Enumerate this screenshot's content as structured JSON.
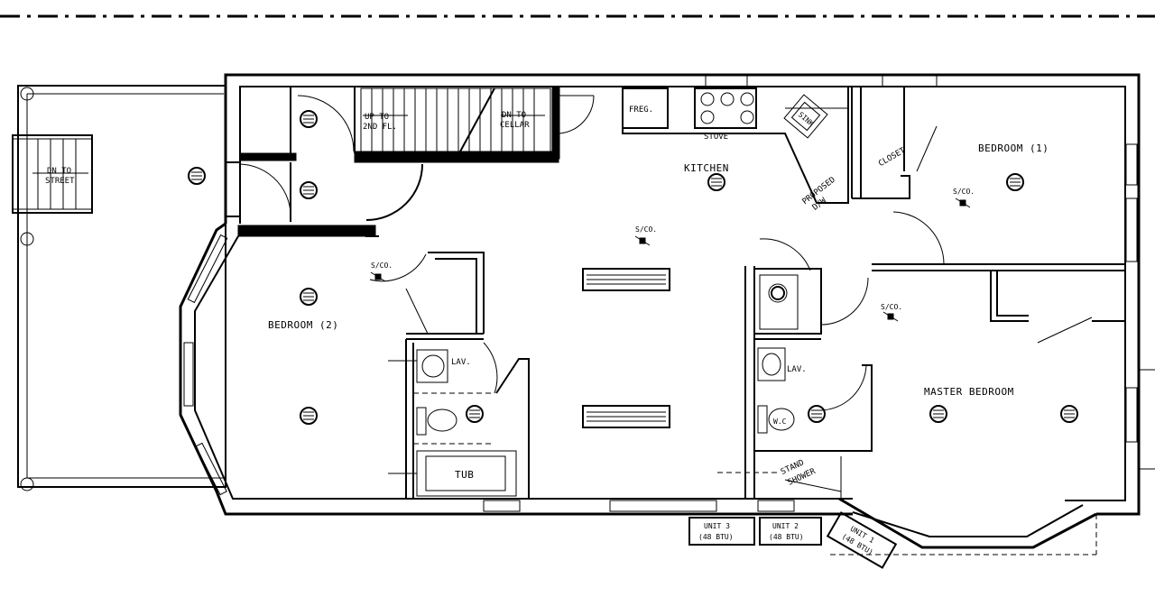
{
  "labels": {
    "dn_to_street_1": "DN TO",
    "dn_to_street_2": "STREET",
    "up_to_2nd_1": "UP TO",
    "up_to_2nd_2": "2ND FL.",
    "dn_to_cellar_1": "DN TO",
    "dn_to_cellar_2": "CELLAR",
    "freg": "FREG.",
    "stove": "STOVE",
    "sink": "SINK",
    "kitchen": "KITCHEN",
    "proposed_dw_1": "PROPOSED",
    "proposed_dw_2": "D/W",
    "closet": "CLOSET",
    "bedroom1": "BEDROOM (1)",
    "bedroom2": "BEDROOM (2)",
    "master_bedroom": "MASTER BEDROOM",
    "lav_left": "LAV.",
    "lav_right": "LAV.",
    "tub": "TUB",
    "wc": "W.C",
    "stand_shower_1": "STAND",
    "stand_shower_2": "SHOWER",
    "sco_kitchen": "S/CO.",
    "sco_bed2": "S/CO.",
    "sco_bed1": "S/CO.",
    "sco_master": "S/CO.",
    "unit3_1": "UNIT 3",
    "unit3_2": "(48 BTU)",
    "unit2_1": "UNIT 2",
    "unit2_2": "(48 BTU)",
    "unit1_1": "UNIT 1",
    "unit1_2": "(48 BTU)"
  }
}
